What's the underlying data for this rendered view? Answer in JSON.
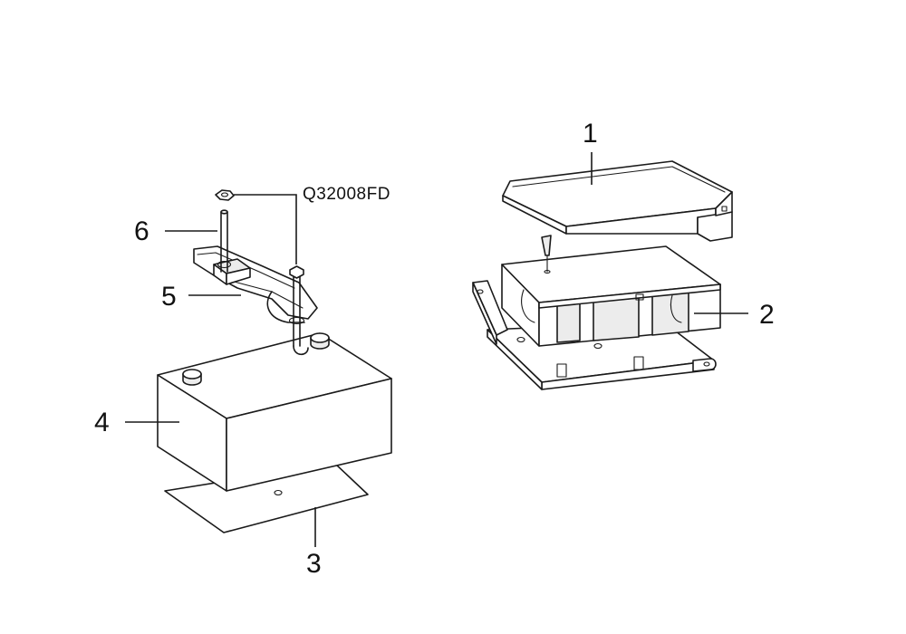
{
  "callouts": {
    "c1": "1",
    "c2": "2",
    "c3": "3",
    "c4": "4",
    "c5": "5",
    "c6": "6"
  },
  "part_code": "Q32008FD",
  "colors": {
    "line": "#1a1a1a",
    "background": "#ffffff"
  }
}
